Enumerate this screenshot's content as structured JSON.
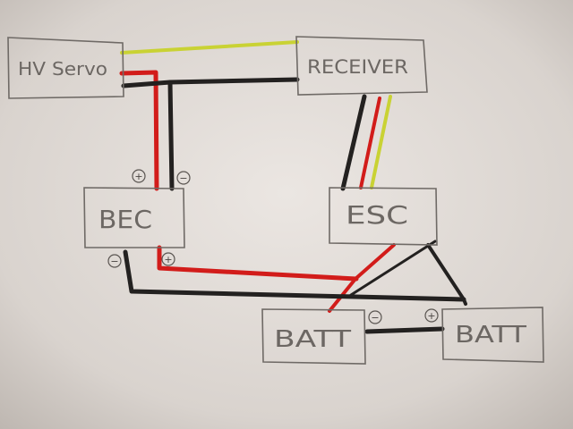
{
  "diagram": {
    "blocks": {
      "hv_servo": {
        "label": "HV Servo"
      },
      "receiver": {
        "label": "RECEIVER"
      },
      "bec": {
        "label": "BEC"
      },
      "esc": {
        "label": "ESC"
      },
      "batt_left": {
        "label": "BATT"
      },
      "batt_right": {
        "label": "BATT"
      }
    },
    "terminals": {
      "plus": "+",
      "minus": "−"
    },
    "colors": {
      "paper": "#d8d2cd",
      "ink": "#6f6a66",
      "wire_black": "#232120",
      "wire_red": "#d21c1a",
      "wire_yellow": "#c9d234"
    }
  }
}
